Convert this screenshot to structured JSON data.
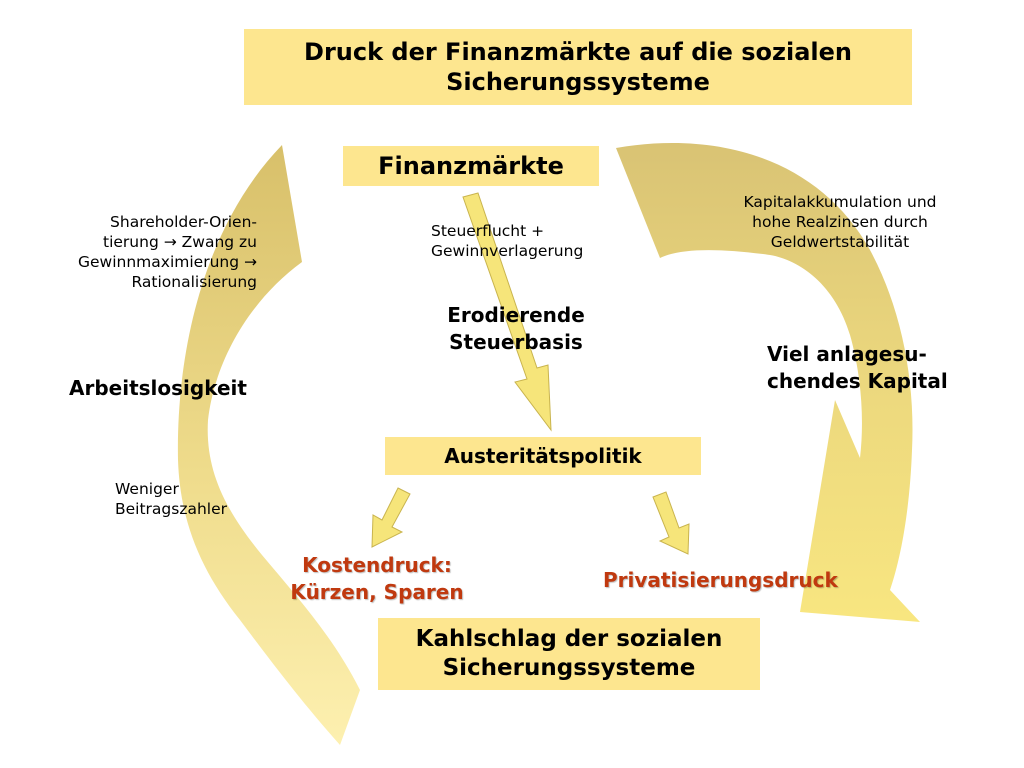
{
  "title": {
    "line1": "Druck der Finanzmärkte auf die sozialen",
    "line2": "Sicherungssysteme"
  },
  "nodes": {
    "finanzmaerkte": "Finanzmärkte",
    "austeritaet": "Austeritätspolitik",
    "kahlschlag_line1": "Kahlschlag der sozialen",
    "kahlschlag_line2": "Sicherungssysteme"
  },
  "labels": {
    "steuerflucht_line1": "Steuerflucht +",
    "steuerflucht_line2": "Gewinnverlagerung",
    "erodierende_line1": "Erodierende",
    "erodierende_line2": "Steuerbasis",
    "kapital_line1": "Kapitalakkumulation und",
    "kapital_line2": "hohe Realzinsen durch",
    "kapital_line3": "Geldwertstabilität",
    "viel_line1": "Viel anlagesu-",
    "viel_line2": "chendes Kapital",
    "shareholder_line1": "Shareholder-Orien-",
    "shareholder_line2a": "tierung",
    "shareholder_line2b": "Zwang zu",
    "shareholder_line3a": "Gewinnmaximierung",
    "shareholder_line4": "Rationalisierung",
    "arrow_symbol": "→",
    "arbeitslosigkeit": "Arbeitslosigkeit",
    "weniger_line1": "Weniger",
    "weniger_line2": "Beitragszahler",
    "kostendruck_line1": "Kostendruck:",
    "kostendruck_line2": "Kürzen, Sparen",
    "privatisierung": "Privatisierungsdruck"
  },
  "colors": {
    "box_fill": "#fde68f",
    "arrow_fill": "#f8e87a",
    "curve_fill_dark": "#e2cc78",
    "curve_fill_light": "#fbe99c",
    "emphasis_red": "#c0390f"
  }
}
